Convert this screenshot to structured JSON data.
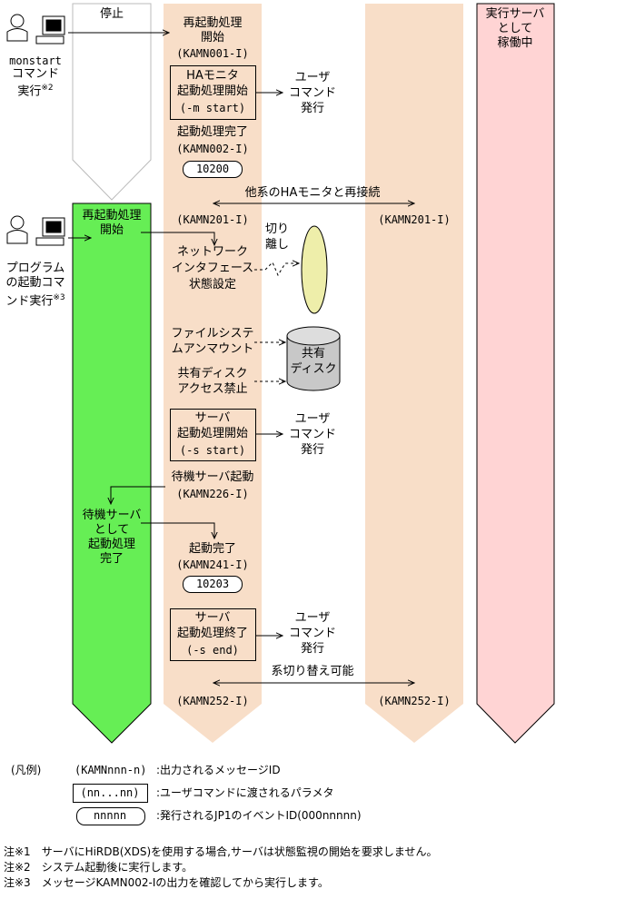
{
  "colors": {
    "beige": "#F8DEC8",
    "pink": "#FFD4D4",
    "green": "#66EE55",
    "ellipse": "#EEEEAA"
  },
  "actor1": {
    "label1": "monstart",
    "label2": "コマンド",
    "label3": "実行",
    "note": "※2"
  },
  "actor2": {
    "label1": "プログラム",
    "label2": "の起動コマ",
    "label3": "ンド実行",
    "note": "※3"
  },
  "col1": {
    "top": "停止"
  },
  "col4": {
    "l1": "実行サーバ",
    "l2": "として",
    "l3": "稼働中"
  },
  "col2": {
    "restart1": "再起動処理",
    "restart2": "開始",
    "restart_msg": "(KAMN001-I)",
    "ha1": "HAモニタ",
    "ha2": "起動処理開始",
    "ha3": "(-m start)",
    "done1": "起動処理完了",
    "done1_msg": "(KAMN002-I)",
    "event1": "10200",
    "net1": "ネットワーク",
    "net2": "インタフェース",
    "net3": "状態設定",
    "fs1": "ファイルシステ",
    "fs2": "ムアンマウント",
    "disk1": "共有ディスク",
    "disk2": "アクセス禁止",
    "srv1": "サーバ",
    "srv2": "起動処理開始",
    "srv3": "(-s start)",
    "standby1": "待機サーバ起動",
    "standby_msg": "(KAMN226-I)",
    "done2": "起動完了",
    "done2_msg": "(KAMN241-I)",
    "event2": "10203",
    "end1": "サーバ",
    "end2": "起動処理終了",
    "end3": "(-s end)"
  },
  "col1green": {
    "l1": "再起動処理",
    "l2": "開始",
    "s1": "待機サーバ",
    "s2": "として",
    "s3": "起動処理",
    "s4": "完了"
  },
  "user_cmd": {
    "l1": "ユーザ",
    "l2": "コマンド",
    "l3": "発行"
  },
  "reconnect": {
    "label": "他系のHAモニタと再接続",
    "msg_left": "(KAMN201-I)",
    "msg_right": "(KAMN201-I)"
  },
  "switch": {
    "label": "系切り替え可能",
    "msg_left": "(KAMN252-I)",
    "msg_right": "(KAMN252-I)"
  },
  "detach": {
    "l1": "切り",
    "l2": "離し"
  },
  "shared_disk": {
    "l1": "共有",
    "l2": "ディスク"
  },
  "legend": {
    "title": "(凡例)",
    "msg_sample": "(KAMNnnn-n)",
    "msg_desc": ":出力されるメッセージID",
    "param_sample": "(nn...nn)",
    "param_desc": ":ユーザコマンドに渡されるパラメタ",
    "event_sample": "nnnnn",
    "event_desc": ":発行されるJP1のイベントID(000nnnnn)"
  },
  "notes": [
    "注※1　サーバにHiRDB(XDS)を使用する場合,サーバは状態監視の開始を要求しません。",
    "注※2　システム起動後に実行します。",
    "注※3　メッセージKAMN002-Iの出力を確認してから実行します。"
  ]
}
